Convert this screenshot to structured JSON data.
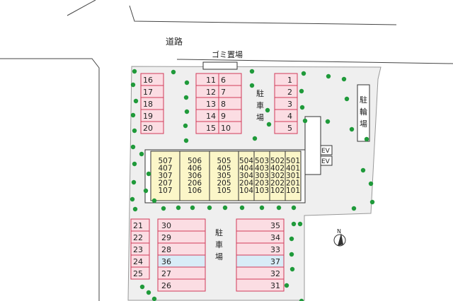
{
  "road_label": "道路",
  "garbage_label": "ゴミ置場",
  "bicycle_label": [
    "駐",
    "輪",
    "場"
  ],
  "parking_label": [
    "駐",
    "車",
    "場"
  ],
  "elevator_labels": [
    "EV",
    "EV"
  ],
  "north_label": "N",
  "parking": {
    "col_16_20": [
      "16",
      "17",
      "18",
      "19",
      "20"
    ],
    "col_11_15": [
      "11",
      "12",
      "13",
      "14",
      "15"
    ],
    "col_6_10": [
      "6",
      "7",
      "8",
      "9",
      "10"
    ],
    "col_1_5": [
      "1",
      "2",
      "3",
      "4",
      "5"
    ],
    "col_21_25": [
      "21",
      "22",
      "23",
      "24",
      "25"
    ],
    "col_lower_left": [
      "30",
      "29",
      "28",
      "36",
      "27",
      "26"
    ],
    "col_lower_right": [
      "35",
      "34",
      "33",
      "37",
      "32",
      "31"
    ]
  },
  "building_units": [
    [
      "507",
      "407",
      "307",
      "207",
      "107"
    ],
    [
      "506",
      "406",
      "306",
      "206",
      "106"
    ],
    [
      "505",
      "405",
      "305",
      "205",
      "105"
    ],
    [
      "504",
      "404",
      "304",
      "204",
      "104"
    ],
    [
      "503",
      "403",
      "303",
      "203",
      "103"
    ],
    [
      "502",
      "402",
      "302",
      "202",
      "102"
    ],
    [
      "501",
      "401",
      "301",
      "201",
      "101"
    ]
  ],
  "colors": {
    "parking_fill": "#fbdde3",
    "parking_stroke": "#d23a5a",
    "highlight_fill": "#d8ecf7",
    "building_fill": "#fbf6c8",
    "tree": "#1f9a3a",
    "lot_fill": "#efefef"
  }
}
